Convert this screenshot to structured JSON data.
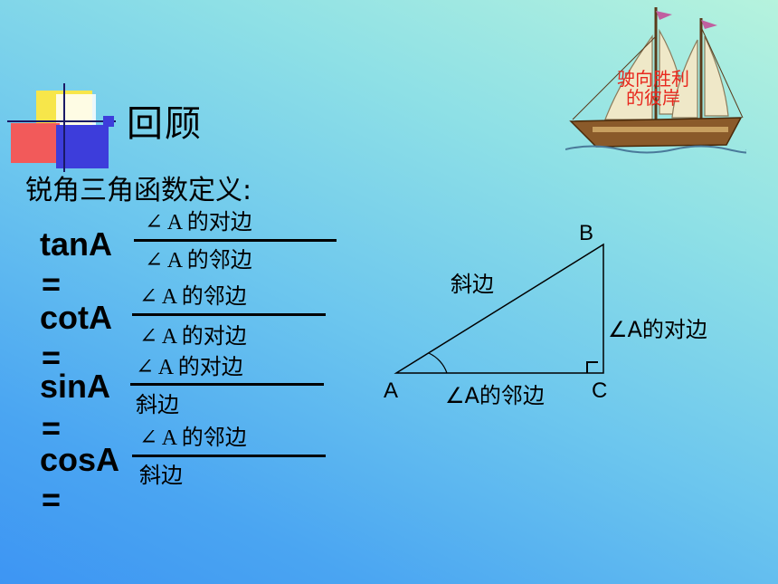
{
  "title": "回顾",
  "subtitle": "锐角三角函数定义:",
  "ship_caption": {
    "line1": "驶向胜利",
    "line2": "的彼岸"
  },
  "functions": [
    {
      "name": "tanA",
      "equals": "=",
      "numerator": "∠ A  的对边",
      "denominator": "∠ A  的邻边"
    },
    {
      "name": "cotA",
      "equals": "=",
      "numerator": "∠ A  的邻边",
      "denominator": "∠ A  的对边"
    },
    {
      "name": "sinA",
      "equals": "=",
      "numerator": "∠ A  的对边",
      "denominator": "斜边"
    },
    {
      "name": "cosA",
      "equals": "=",
      "numerator": "∠ A  的邻边",
      "denominator": "斜边"
    }
  ],
  "triangle": {
    "vertex_a": "A",
    "vertex_b": "B",
    "vertex_c": "C",
    "hypotenuse": "斜边",
    "opposite": "∠A的对边",
    "adjacent": "∠A的邻边"
  },
  "colors": {
    "yellow": "#f7e64a",
    "red": "#f24a4a",
    "blue": "#3d3ddb",
    "caption_red": "#e8281e"
  }
}
